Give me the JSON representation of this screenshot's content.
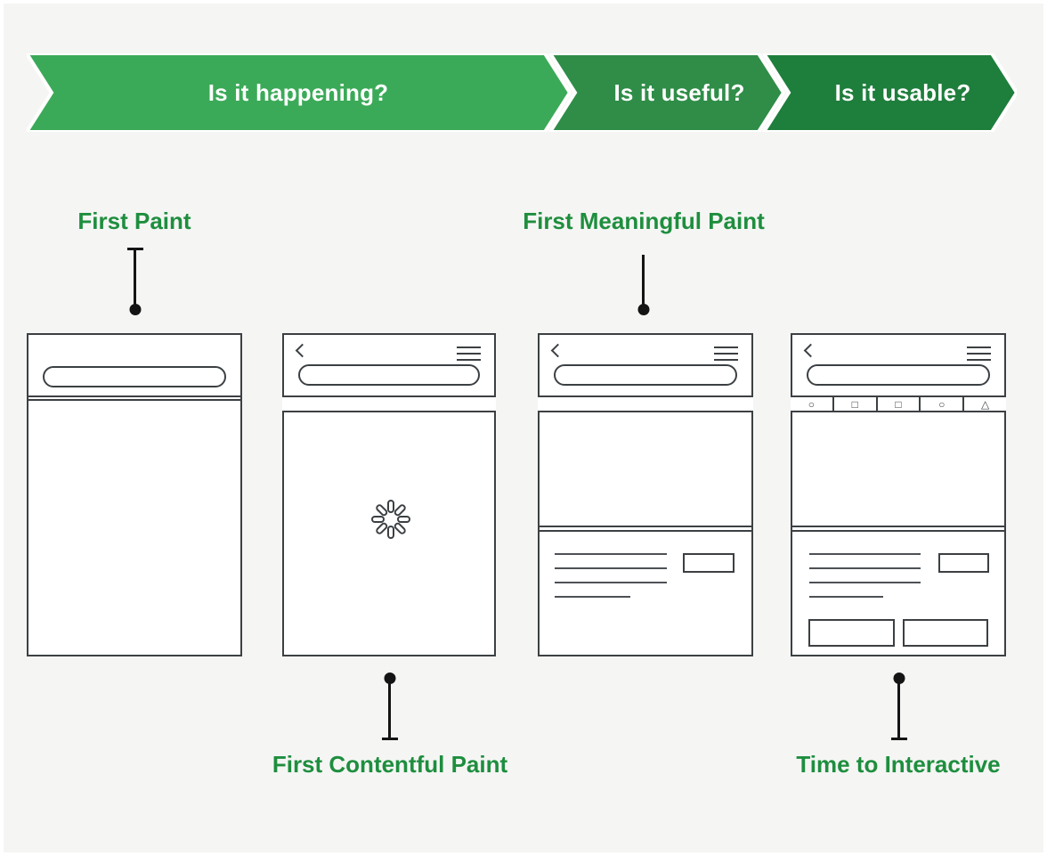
{
  "colors": {
    "background": "#f5f5f4",
    "frame": "#ffffff",
    "banner_text": "#ffffff",
    "metric_label_green": "#1e8e3e",
    "wireframe_stroke": "#3c4043",
    "connector_black": "#141414"
  },
  "banner": {
    "segments": [
      {
        "id": "happening",
        "label": "Is it happening?",
        "color": "#3baa58"
      },
      {
        "id": "useful",
        "label": "Is it useful?",
        "color": "#2f8d48"
      },
      {
        "id": "usable",
        "label": "Is it usable?",
        "color": "#1e7e3c"
      }
    ]
  },
  "metrics": {
    "first_paint": {
      "label": "First Paint"
    },
    "first_contentful_paint": {
      "label": "First Contentful Paint"
    },
    "first_meaningful_paint": {
      "label": "First Meaningful Paint"
    },
    "time_to_interactive": {
      "label": "Time to Interactive"
    }
  },
  "phones": [
    {
      "name": "blank-page",
      "icons": [
        "url-bar"
      ]
    },
    {
      "name": "loading-page",
      "icons": [
        "back-chevron",
        "hamburger-menu",
        "url-bar",
        "loading-spinner"
      ]
    },
    {
      "name": "hero-content-page",
      "icons": [
        "back-chevron",
        "hamburger-menu",
        "url-bar"
      ]
    },
    {
      "name": "interactive-page",
      "icons": [
        "back-chevron",
        "hamburger-menu",
        "url-bar"
      ],
      "toolbar_icons": [
        "circle",
        "square",
        "square",
        "circle",
        "triangle"
      ]
    }
  ]
}
